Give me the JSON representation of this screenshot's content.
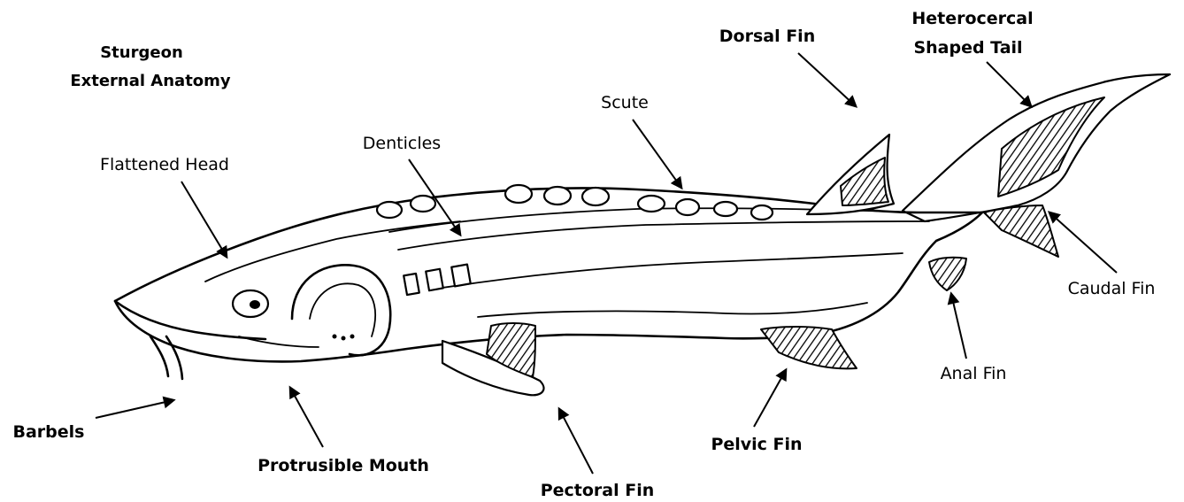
{
  "title": {
    "line1": "Sturgeon",
    "line2": "External Anatomy"
  },
  "labels": {
    "flattened_head": "Flattened Head",
    "denticles": "Denticles",
    "scute": "Scute",
    "dorsal_fin": "Dorsal Fin",
    "heterocercal_line1": "Heterocercal",
    "heterocercal_line2": "Shaped Tail",
    "caudal_fin": "Caudal Fin",
    "anal_fin": "Anal Fin",
    "pelvic_fin": "Pelvic Fin",
    "pectoral_fin": "Pectoral Fin",
    "protrusible_mouth": "Protrusible Mouth",
    "barbels": "Barbels"
  }
}
